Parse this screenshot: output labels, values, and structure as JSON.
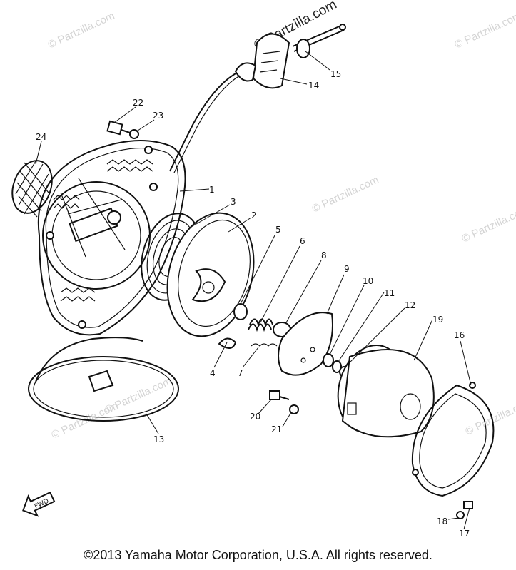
{
  "diagram": {
    "callouts": [
      "1",
      "2",
      "3",
      "4",
      "5",
      "6",
      "7",
      "8",
      "9",
      "10",
      "11",
      "12",
      "13",
      "14",
      "15",
      "16",
      "17",
      "18",
      "19",
      "20",
      "21",
      "22",
      "23",
      "24"
    ],
    "fwd_label": "FWD",
    "watermark_main": "© Partzilla.com",
    "watermark_faint": "© Partzilla.com"
  },
  "footer": {
    "copyright": "©2013  Yamaha Motor Corporation, U.S.A. All rights reserved."
  }
}
